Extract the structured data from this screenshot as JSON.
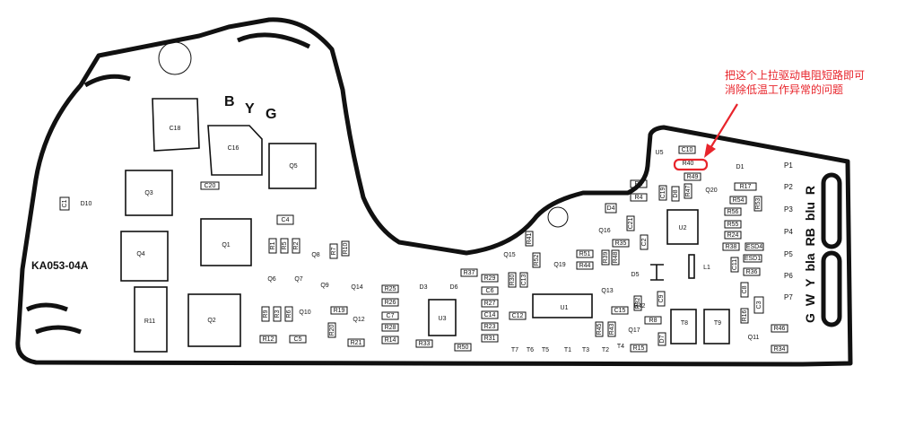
{
  "board": {
    "model": "KA053-04A",
    "wire_labels_top": [
      "B",
      "Y",
      "G"
    ],
    "wire_labels_right": [
      "R",
      "blu",
      "RB",
      "bla",
      "Y",
      "W",
      "G"
    ],
    "pins": [
      "P1",
      "P2",
      "P3",
      "P4",
      "P5",
      "P6",
      "P7"
    ]
  },
  "annotation": {
    "line1": "把这个上拉驱动电阻短路即可",
    "line2": "消除低温工作异常的问题",
    "color": "#e8242b"
  },
  "components": {
    "C18": "C18",
    "C16": "C16",
    "Q5": "Q5",
    "C20": "C20",
    "Q3": "Q3",
    "C1": "C1",
    "D10": "D10",
    "C4": "C4",
    "Q1": "Q1",
    "Q4": "Q4",
    "R1": "R1",
    "R5": "R5",
    "R2": "R2",
    "Q8": "Q8",
    "R7": "R7",
    "R10": "R10",
    "R11": "R11",
    "Q6": "Q6",
    "Q7": "Q7",
    "Q9": "Q9",
    "Q14": "Q14",
    "R9": "R9",
    "R3": "R3",
    "R6": "R6",
    "Q10": "Q10",
    "Q2": "Q2",
    "R19": "R19",
    "Q12": "Q12",
    "R12": "R12",
    "C5": "C5",
    "R20": "R20",
    "R21": "R21",
    "R25": "R25",
    "R26": "R26",
    "C7": "C7",
    "R28": "R28",
    "R14": "R14",
    "D3": "D3",
    "D6": "D6",
    "U3": "U3",
    "R33": "R33",
    "R50": "R50",
    "R37": "R37",
    "R29": "R29",
    "C6": "C6",
    "R27": "R27",
    "C14": "C14",
    "R23": "R23",
    "R31": "R31",
    "C12": "C12",
    "Q15": "Q15",
    "R30": "R30",
    "C13": "C13",
    "R52": "R52",
    "R41": "R41",
    "Q19": "Q19",
    "U1": "U1",
    "T7": "T7",
    "T6": "T6",
    "T5": "T5",
    "T1": "T1",
    "T3": "T3",
    "T2": "T2",
    "T4": "T4",
    "R51": "R51",
    "R44": "R44",
    "R39": "R39",
    "R48": "R48",
    "R35": "R35",
    "Q16": "Q16",
    "D4": "D4",
    "C21": "C21",
    "C2": "C2",
    "R2b": "R2",
    "R4": "R4",
    "U5": "U5",
    "C10": "C10",
    "R40": "R40",
    "R49": "R49",
    "C19": "C19",
    "D8": "D8",
    "R47": "R47",
    "Q20": "Q20",
    "D1": "D1",
    "R17": "R17",
    "R54": "R54",
    "R53": "R53",
    "R56": "R56",
    "R55": "R55",
    "R24": "R24",
    "R38": "R38",
    "ESD4": "ESD4",
    "ESD1": "ESD1",
    "C11": "C11",
    "R36": "R36",
    "C8": "C8",
    "C3": "C3",
    "R16": "R16",
    "U2": "U2",
    "L1": "L1",
    "D5": "D5",
    "Q13": "Q13",
    "R32": "R32",
    "C9": "C9",
    "C15": "C15",
    "R8": "R8",
    "R42": "R42",
    "R45": "R45",
    "R43": "R43",
    "Q17": "Q17",
    "R15": "R15",
    "D7": "D7",
    "T8": "T8",
    "T9": "T9",
    "Q11": "Q11",
    "R46": "R46",
    "R34": "R34"
  }
}
